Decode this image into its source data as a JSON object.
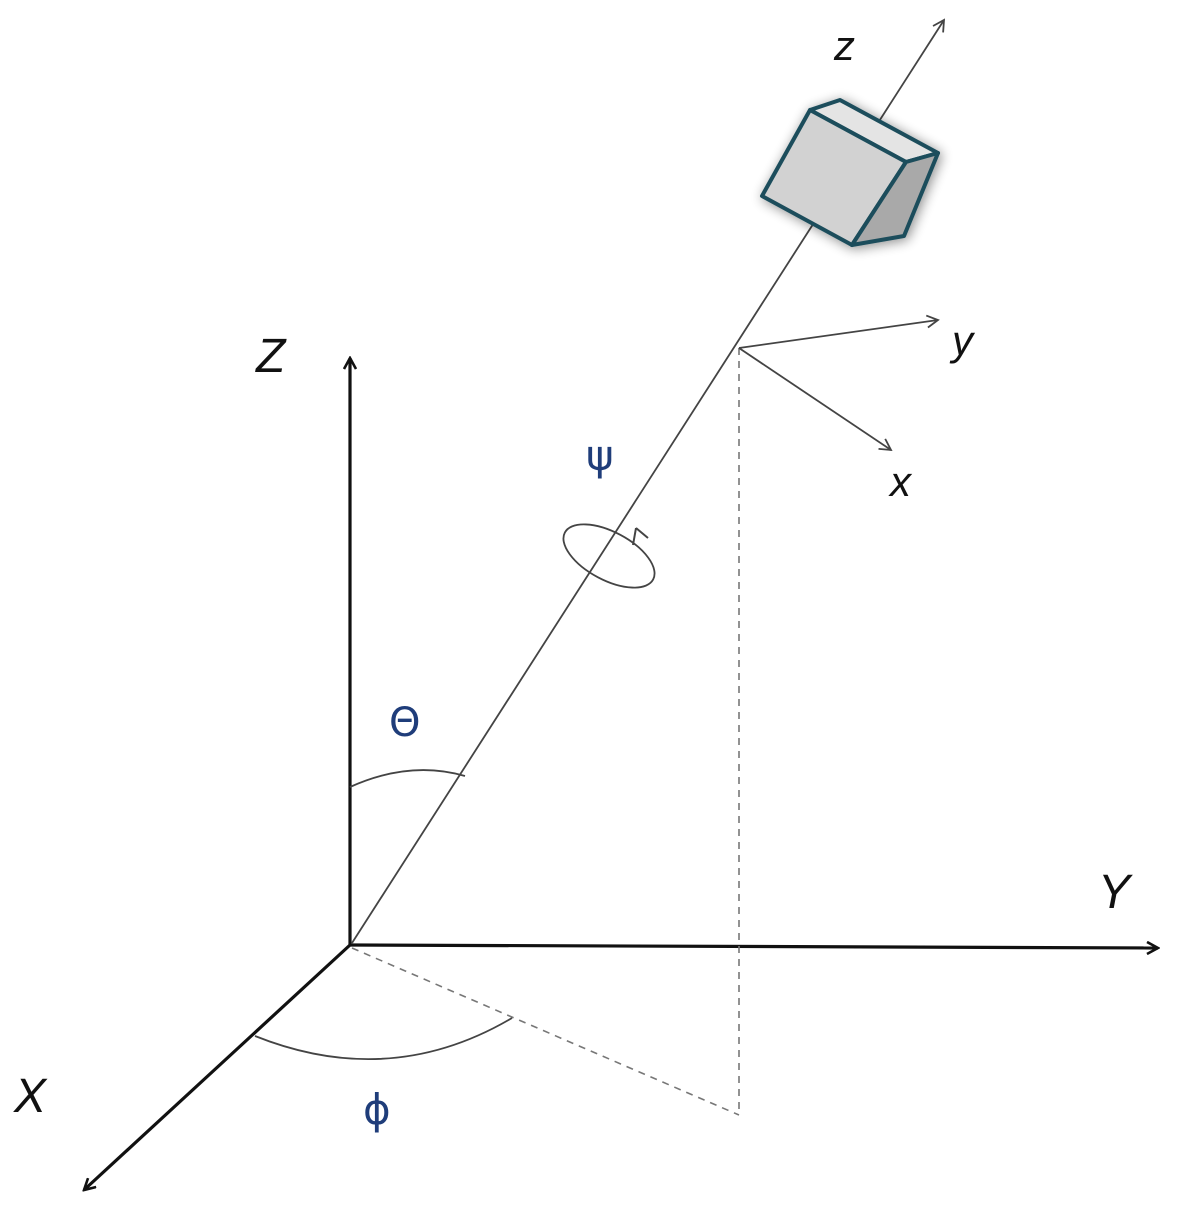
{
  "labels": {
    "global_z": "Z",
    "global_y": "Y",
    "global_x": "X",
    "body_z": "z",
    "body_y": "y",
    "body_x": "x",
    "theta": "Θ",
    "phi": "ϕ",
    "psi": "ψ"
  },
  "colors": {
    "axis": "#111111",
    "thin_line": "#444444",
    "dashed": "#777777",
    "angle_label": "#1f3d7a",
    "cube_edge": "#1d4e5c",
    "cube_front": "#d2d2d2",
    "cube_top": "#e4e4e4",
    "cube_side": "#a9a9a9"
  }
}
